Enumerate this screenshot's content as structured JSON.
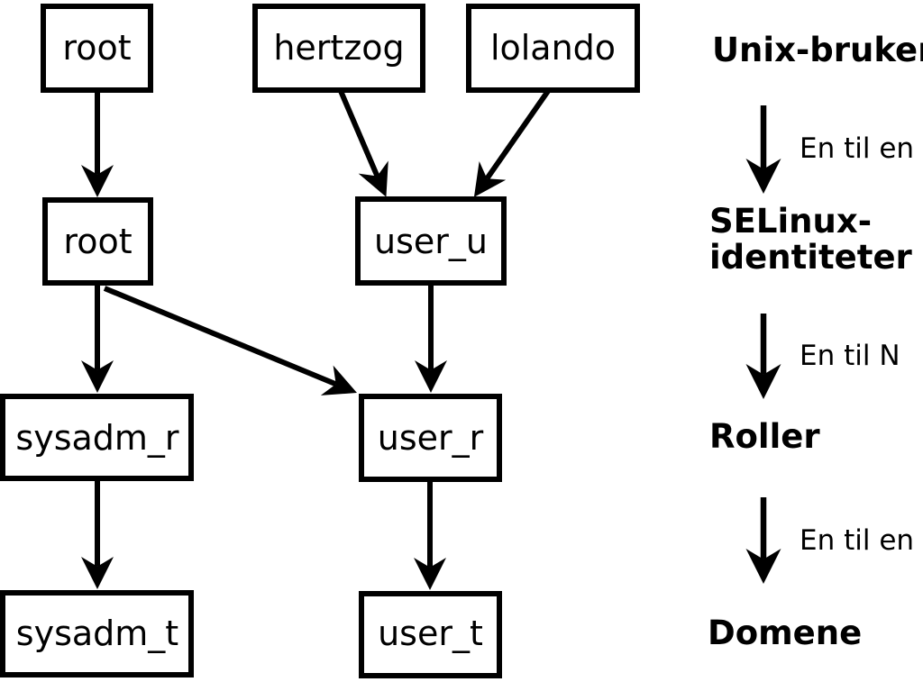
{
  "diagram": {
    "nodes": {
      "unix_root": "root",
      "unix_hertzog": "hertzog",
      "unix_lolando": "lolando",
      "selinux_root": "root",
      "selinux_user_u": "user_u",
      "role_sysadm_r": "sysadm_r",
      "role_user_r": "user_r",
      "domain_sysadm_t": "sysadm_t",
      "domain_user_t": "user_t"
    },
    "edges": [
      {
        "from": "root (unix)",
        "to": "root (selinux)"
      },
      {
        "from": "hertzog",
        "to": "user_u"
      },
      {
        "from": "lolando",
        "to": "user_u"
      },
      {
        "from": "root (selinux)",
        "to": "sysadm_r"
      },
      {
        "from": "root (selinux)",
        "to": "user_r"
      },
      {
        "from": "user_u",
        "to": "user_r"
      },
      {
        "from": "sysadm_r",
        "to": "sysadm_t"
      },
      {
        "from": "user_r",
        "to": "user_t"
      }
    ]
  },
  "legend": {
    "unix_users_title": "Unix-brukere",
    "selinux_title_line1": "SELinux-",
    "selinux_title_line2": "identiteter",
    "roles_title": "Roller",
    "domains_title": "Domene",
    "mapping_unix_to_selinux": "En til en",
    "mapping_selinux_to_roles": "En til N",
    "mapping_roles_to_domains": "En til en"
  },
  "colors": {
    "line": "#000000",
    "background": "#ffffff"
  }
}
